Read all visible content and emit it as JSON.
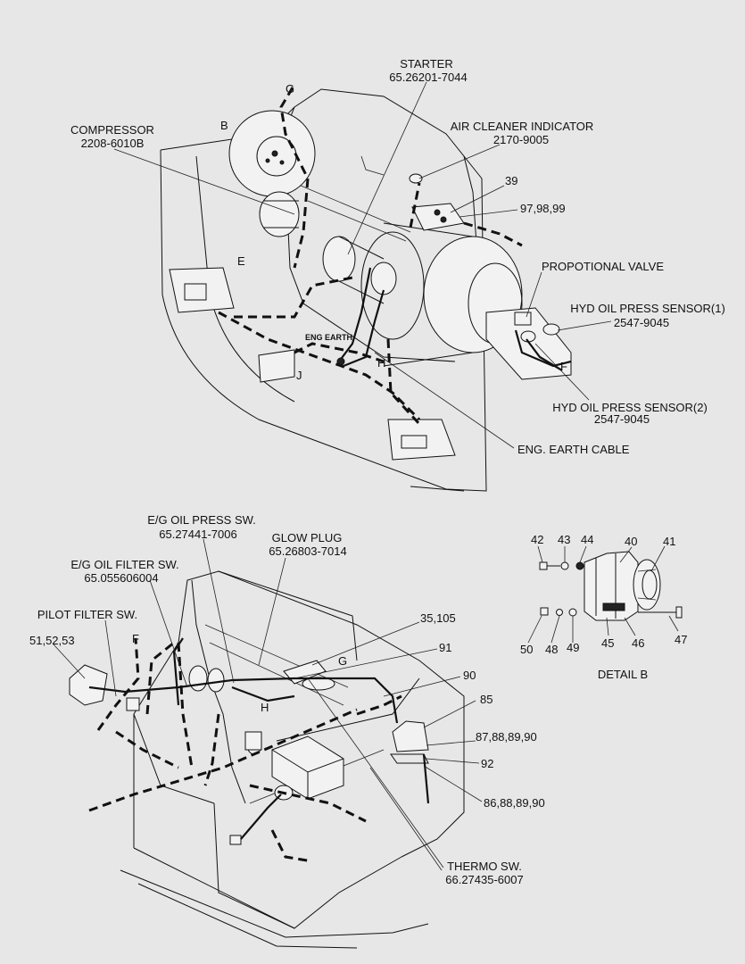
{
  "labels": {
    "starter": "STARTER",
    "starter_no": "65.26201-7044",
    "air_cleaner": "AIR CLEANER INDICATOR",
    "air_cleaner_no": "2170-9005",
    "compressor": "COMPRESSOR",
    "compressor_no": "2208-6010B",
    "b": "B",
    "g": "G",
    "e": "E",
    "n39": "39",
    "n979899": "97,98,99",
    "prop_valve": "PROPOTIONAL VALVE",
    "hyd1": "HYD OIL PRESS SENSOR(1)",
    "hyd1_no": "2547-9045",
    "f": "F",
    "eng_earth": "ENG EARTH",
    "h": "H",
    "j": "J",
    "hyd2": "HYD OIL PRESS SENSOR(2)",
    "hyd2_no": "2547-9045",
    "eng_earth_cable": "ENG. EARTH CABLE",
    "eg_oil_press": "E/G OIL PRESS SW.",
    "eg_oil_press_no": "65.27441-7006",
    "glow_plug": "GLOW PLUG",
    "glow_plug_no": "65.26803-7014",
    "eg_oil_filter": "E/G OIL FILTER SW.",
    "eg_oil_filter_no": "65.055606004",
    "pilot_filter": "PILOT FILTER SW.",
    "n515253": "51,52,53",
    "f2": "F",
    "n35105": "35,105",
    "n91": "91",
    "g2": "G",
    "n90": "90",
    "h2": "H",
    "n85": "85",
    "n87888990": "87,88,89,90",
    "n92": "92",
    "n86888990": "86,88,89,90",
    "thermo": "THERMO SW.",
    "thermo_no": "66.27435-6007",
    "n42": "42",
    "n43": "43",
    "n44": "44",
    "n40": "40",
    "n41": "41",
    "n50": "50",
    "n48": "48",
    "n49": "49",
    "n45": "45",
    "n46": "46",
    "n47": "47",
    "detail_b": "DETAIL  B"
  }
}
